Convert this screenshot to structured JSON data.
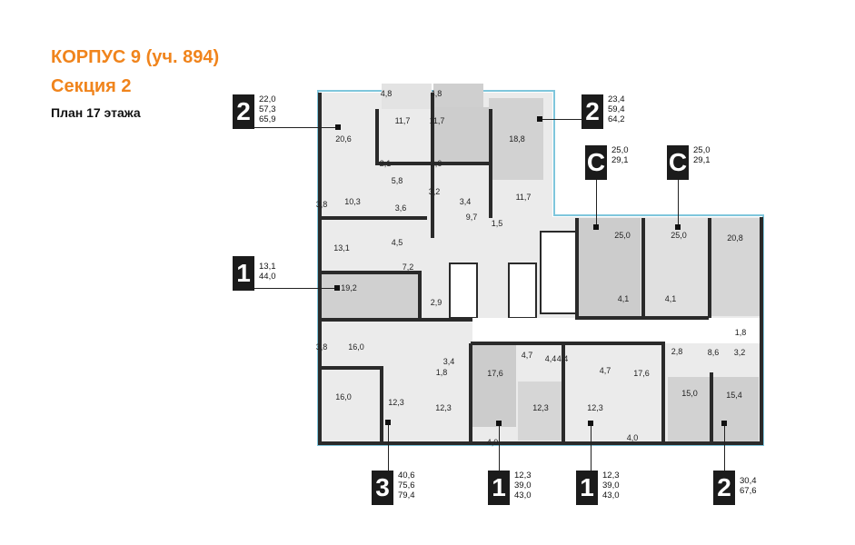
{
  "header": {
    "building": "КОРПУС 9 (уч. 894)",
    "section": "Секция 2",
    "floor_plan": "План 17 этажа"
  },
  "colors": {
    "accent": "#f0841c",
    "wall": "#2a2a2a",
    "room_dark": "#c8c8c8",
    "room_light": "#e8e8e8",
    "glazing": "#7fc6dc"
  },
  "apartments": [
    {
      "rooms": "2",
      "areas": [
        "22,0",
        "57,3",
        "65,9"
      ]
    },
    {
      "rooms": "2",
      "areas": [
        "23,4",
        "59,4",
        "64,2"
      ]
    },
    {
      "rooms": "С",
      "areas": [
        "25,0",
        "29,1"
      ]
    },
    {
      "rooms": "С",
      "areas": [
        "25,0",
        "29,1"
      ]
    },
    {
      "rooms": "1",
      "areas": [
        "13,1",
        "44,0"
      ]
    },
    {
      "rooms": "3",
      "areas": [
        "40,6",
        "75,6",
        "79,4"
      ]
    },
    {
      "rooms": "1",
      "areas": [
        "12,3",
        "39,0",
        "43,0"
      ]
    },
    {
      "rooms": "1",
      "areas": [
        "12,3",
        "39,0",
        "43,0"
      ]
    },
    {
      "rooms": "2",
      "areas": [
        "30,4",
        "67,6"
      ]
    }
  ],
  "rooms": [
    "4,8",
    "4,8",
    "20,6",
    "11,7",
    "11,7",
    "18,8",
    "2,1",
    "2,6",
    "5,8",
    "3,2",
    "3,4",
    "11,7",
    "3,8",
    "10,3",
    "3,6",
    "9,7",
    "1,5",
    "13,1",
    "4,5",
    "7,2",
    "19,2",
    "2,9",
    "3,8",
    "16,0",
    "3,4",
    "1,8",
    "17,6",
    "4,7",
    "4,4",
    "16,0",
    "12,3",
    "12,3",
    "12,3",
    "4,0",
    "25,0",
    "25,0",
    "20,8",
    "4,1",
    "4,1",
    "1,8",
    "2,8",
    "8,6",
    "3,2",
    "4,4",
    "4,7",
    "17,6",
    "12,3",
    "15,0",
    "15,4",
    "4,0"
  ]
}
